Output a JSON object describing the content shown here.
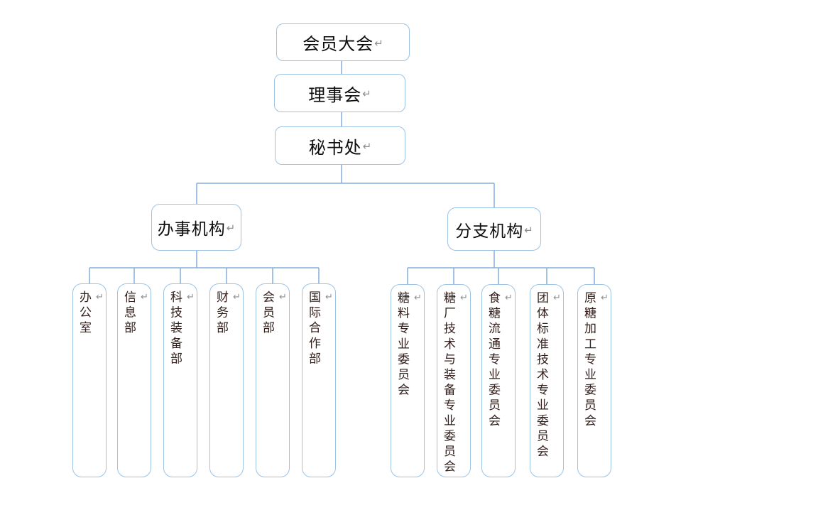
{
  "colors": {
    "box_border": "#9CC3E5",
    "connector": "#85ADDC",
    "text_dark": "#0d0d0d",
    "text_small": "#33201d",
    "mark": "#8f8f8f"
  },
  "marks": {
    "line_break": "↵"
  },
  "nodes": {
    "assembly": {
      "label": "会员大会"
    },
    "council": {
      "label": "理事会"
    },
    "secretariat": {
      "label": "秘书处"
    },
    "office_organs": {
      "label": "办事机构"
    },
    "branch_organs": {
      "label": "分支机构"
    },
    "offices": [
      {
        "label": "办公室"
      },
      {
        "label": "信息部"
      },
      {
        "label": "科技装备部"
      },
      {
        "label": "财务部"
      },
      {
        "label": "会员部"
      },
      {
        "label": "国际合作部"
      }
    ],
    "committees": [
      {
        "label": "糖料专业委员会"
      },
      {
        "label": "糖厂技术与装备专业委员会"
      },
      {
        "label": "食糖流通专业委员会"
      },
      {
        "label": "团体标准技术专业委员会"
      },
      {
        "label": "原糖加工专业委员会"
      }
    ]
  }
}
